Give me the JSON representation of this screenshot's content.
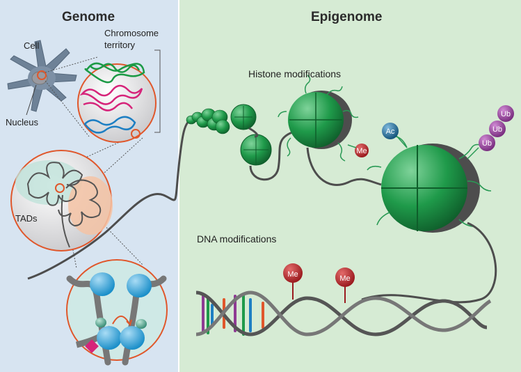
{
  "panels": {
    "genome": {
      "title": "Genome"
    },
    "epigenome": {
      "title": "Epigenome"
    }
  },
  "labels": {
    "cell": "Cell",
    "nucleus": "Nucleus",
    "chromosome_territory_line1": "Chromosome",
    "chromosome_territory_line2": "territory",
    "tads": "TADs",
    "histone_modifications": "Histone modifications",
    "dna_modifications": "DNA modifications"
  },
  "badges": {
    "methyl": "Me",
    "acetyl": "Ac",
    "ubiquitin": "Ub"
  },
  "colors": {
    "genome_bg": "#d7e4f1",
    "epigenome_bg": "#d6ebd4",
    "nucleosome_green": "#1f9a4a",
    "methyl_red": "#b01e24",
    "acetyl_blue": "#1f6a9a",
    "ubiquitin_purple": "#8e3b93",
    "outline_orange": "#e0572b"
  }
}
